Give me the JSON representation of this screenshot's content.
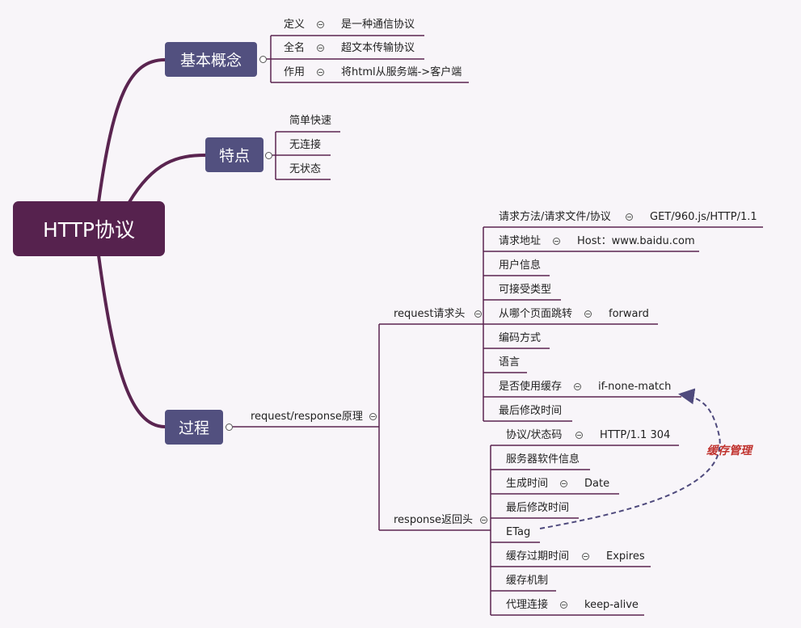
{
  "root": {
    "label": "HTTP协议"
  },
  "topics": {
    "concept": {
      "label": "基本概念",
      "children": [
        {
          "label": "定义",
          "value": "是一种通信协议"
        },
        {
          "label": "全名",
          "value": "超文本传输协议"
        },
        {
          "label": "作用",
          "value": "将html从服务端->客户端"
        }
      ]
    },
    "features": {
      "label": "特点",
      "children": [
        {
          "label": "简单快速"
        },
        {
          "label": "无连接"
        },
        {
          "label": "无状态"
        }
      ]
    },
    "process": {
      "label": "过程",
      "branch": {
        "label": "request/response原理",
        "request": {
          "label": "request请求头",
          "children": [
            {
              "label": "请求方法/请求文件/协议",
              "value": "GET/960.js/HTTP/1.1"
            },
            {
              "label": "请求地址",
              "value": "Host：www.baidu.com"
            },
            {
              "label": "用户信息"
            },
            {
              "label": "可接受类型"
            },
            {
              "label": "从哪个页面跳转",
              "value": "forward"
            },
            {
              "label": "编码方式"
            },
            {
              "label": "语言"
            },
            {
              "label": "是否使用缓存",
              "value": "if-none-match"
            },
            {
              "label": "最后修改时间"
            }
          ]
        },
        "response": {
          "label": "response返回头",
          "children": [
            {
              "label": "协议/状态码",
              "value": "HTTP/1.1 304"
            },
            {
              "label": "服务器软件信息"
            },
            {
              "label": "生成时间",
              "value": "Date"
            },
            {
              "label": "最后修改时间"
            },
            {
              "label": "ETag"
            },
            {
              "label": "缓存过期时间",
              "value": "Expires"
            },
            {
              "label": "缓存机制"
            },
            {
              "label": "代理连接",
              "value": "keep-alive"
            }
          ]
        }
      }
    }
  },
  "relationship": {
    "label": "缓存管理",
    "color": "#c0322e",
    "line_color": "#4f4a7d"
  },
  "colors": {
    "root": "#56224e",
    "topic": "#52507f",
    "line": "#5a2450",
    "background": "#f8f5f9"
  }
}
